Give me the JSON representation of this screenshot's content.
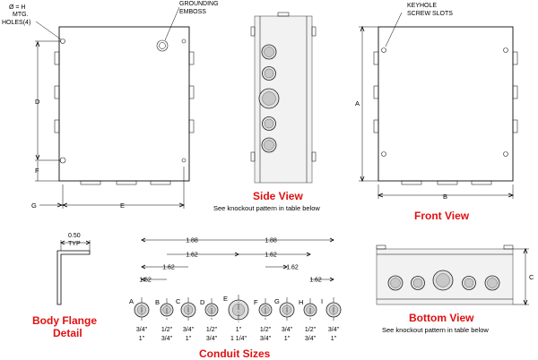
{
  "labels": {
    "hole_dia_1": "Ø = H",
    "hole_dia_2": "MTG.",
    "hole_dia_3": "HOLES(4)",
    "dim_d": "D",
    "dim_f": "F",
    "dim_g": "G",
    "dim_e": "E",
    "grounding_1": "GROUNDING",
    "grounding_2": "EMBOSS",
    "keyhole_1": "KEYHOLE",
    "keyhole_2": "SCREW SLOTS",
    "dim_a": "A",
    "dim_b": "B",
    "dim_c": "C",
    "flange_dim": "0.50",
    "flange_typ": "TYP"
  },
  "views": {
    "side_title": "Side View",
    "side_sub": "See knockout pattern in table below",
    "front_title": "Front View",
    "bottom_title": "Bottom View",
    "bottom_sub": "See knockout pattern in table below",
    "flange_title_1": "Body Flange",
    "flange_title_2": "Detail",
    "conduit_title": "Conduit Sizes"
  },
  "conduit": {
    "spacing_labels": [
      "1.88",
      "1.88",
      "1.62",
      "1.62",
      "1.62",
      "1.62",
      "1.62",
      "1.62"
    ],
    "knockouts": [
      {
        "letter": "A",
        "size1": "3/4\"",
        "size2": "1\""
      },
      {
        "letter": "B",
        "size1": "1/2\"",
        "size2": "3/4\""
      },
      {
        "letter": "C",
        "size1": "3/4\"",
        "size2": "1\""
      },
      {
        "letter": "D",
        "size1": "1/2\"",
        "size2": "3/4\""
      },
      {
        "letter": "E",
        "size1": "1\"",
        "size2": "1 1/4\""
      },
      {
        "letter": "F",
        "size1": "1/2\"",
        "size2": "3/4\""
      },
      {
        "letter": "G",
        "size1": "3/4\"",
        "size2": "1\""
      },
      {
        "letter": "H",
        "size1": "1/2\"",
        "size2": "3/4\""
      },
      {
        "letter": "I",
        "size1": "3/4\"",
        "size2": "1\""
      }
    ]
  }
}
